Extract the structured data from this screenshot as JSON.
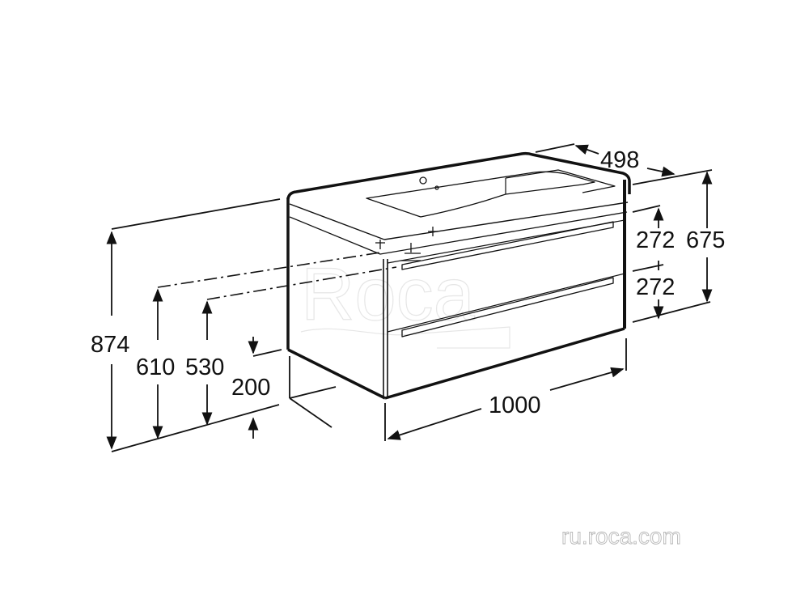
{
  "diagram": {
    "type": "technical dimension drawing",
    "subject": "wall-hung vanity unit with basin and two drawers",
    "units": "mm",
    "colors": {
      "line": "#111111",
      "background": "#ffffff",
      "watermark": "#b8b8b8"
    }
  },
  "dimensions": {
    "width": "1000",
    "depth": "498",
    "total_height": "874",
    "cabinet_height": "675",
    "drawer_top_height": "272",
    "drawer_bottom_height": "272",
    "drain_height_610": "610",
    "drain_height_530": "530",
    "floor_clearance": "200"
  },
  "watermark": {
    "logo": "Roca",
    "url": "ru.roca.com"
  }
}
